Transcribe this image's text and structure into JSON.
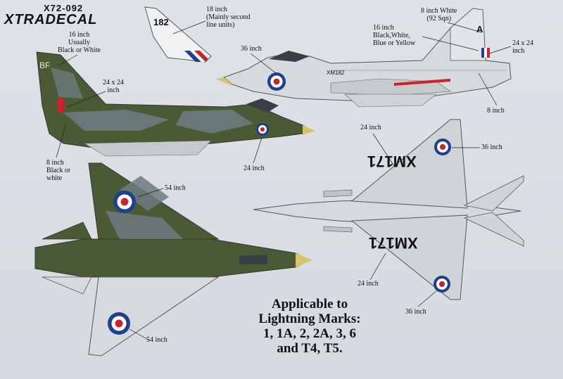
{
  "brand": {
    "code": "X72-092",
    "name": "XTRADECAL"
  },
  "labels": {
    "fin_18": "18 inch\n(Mainly second\nline units)",
    "fin_serial": "182",
    "code_16_top": "16 inch\nUsually\nBlack or White",
    "code_bf": "BF",
    "roundel_24_top": "24 x 24\ninch",
    "serial_8_left": "8 inch\nBlack or\nwhite",
    "roundel_24_left": "24 inch",
    "roundel_36_side": "36 inch",
    "white_8_92": "8 inch White\n(92 Sqn)",
    "code_16_right": "16 inch\nBlack,White,\nBlue or Yellow",
    "flag_24x24_right": "24 x 24\ninch",
    "serial_8_right": "8 inch",
    "fuselage_serial": "XM182",
    "tail_letter": "A",
    "underside_24_top": "24 inch",
    "underside_36_top": "36 inch",
    "underside_24_bottom": "24 inch",
    "underside_36_bottom": "36 inch",
    "wing_serial": "XM171",
    "upper_54_top": "54 inch",
    "upper_54_bottom": "54 inch"
  },
  "applicability": {
    "line1": "Applicable to",
    "line2": "Lightning Marks:",
    "line3": "1, 1A, 2, 2A, 3, 6",
    "line4": "and T4, T5."
  },
  "colors": {
    "raf_blue": "#1f3f8f",
    "raf_red": "#c8242b",
    "camo_green": "#4a5a34",
    "camo_grey": "#6d7a80",
    "aluminium": "#d4d7db"
  }
}
